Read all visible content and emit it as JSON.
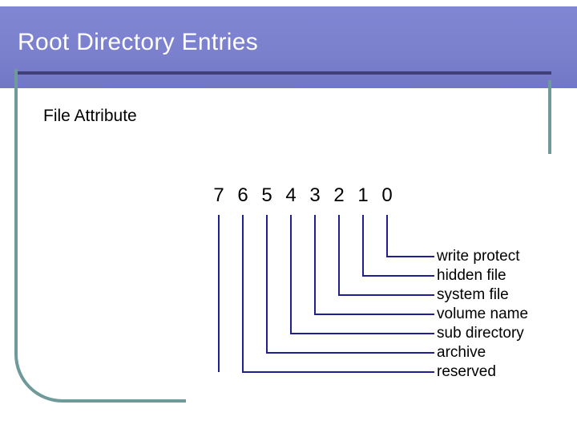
{
  "slide": {
    "title": "Root Directory Entries",
    "subtitle": "File Attribute",
    "colors": {
      "header_band": "#7b7fcf",
      "title_text": "#ffffff",
      "title_rule": "#3f3f7a",
      "frame_border": "#6e9a99",
      "leader_lines": "#1f1f8f",
      "body_text": "#000000"
    }
  },
  "diagram": {
    "type": "bit-field-callout",
    "bit_numbers": [
      "7",
      "6",
      "5",
      "4",
      "3",
      "2",
      "1",
      "0"
    ],
    "bit_labels": [
      {
        "bit": "0",
        "label": "write protect"
      },
      {
        "bit": "1",
        "label": "hidden file"
      },
      {
        "bit": "2",
        "label": "system file"
      },
      {
        "bit": "3",
        "label": "volume name"
      },
      {
        "bit": "4",
        "label": "sub directory"
      },
      {
        "bit": "5",
        "label": "archive"
      },
      {
        "bit": "6",
        "label": "reserved"
      }
    ]
  }
}
